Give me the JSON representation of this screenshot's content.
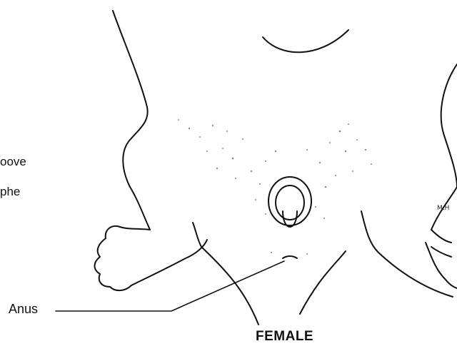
{
  "labels": {
    "groove": "oove",
    "raphe": "phe",
    "anus": "Anus",
    "title": "FEMALE"
  },
  "signature": "M.H"
}
